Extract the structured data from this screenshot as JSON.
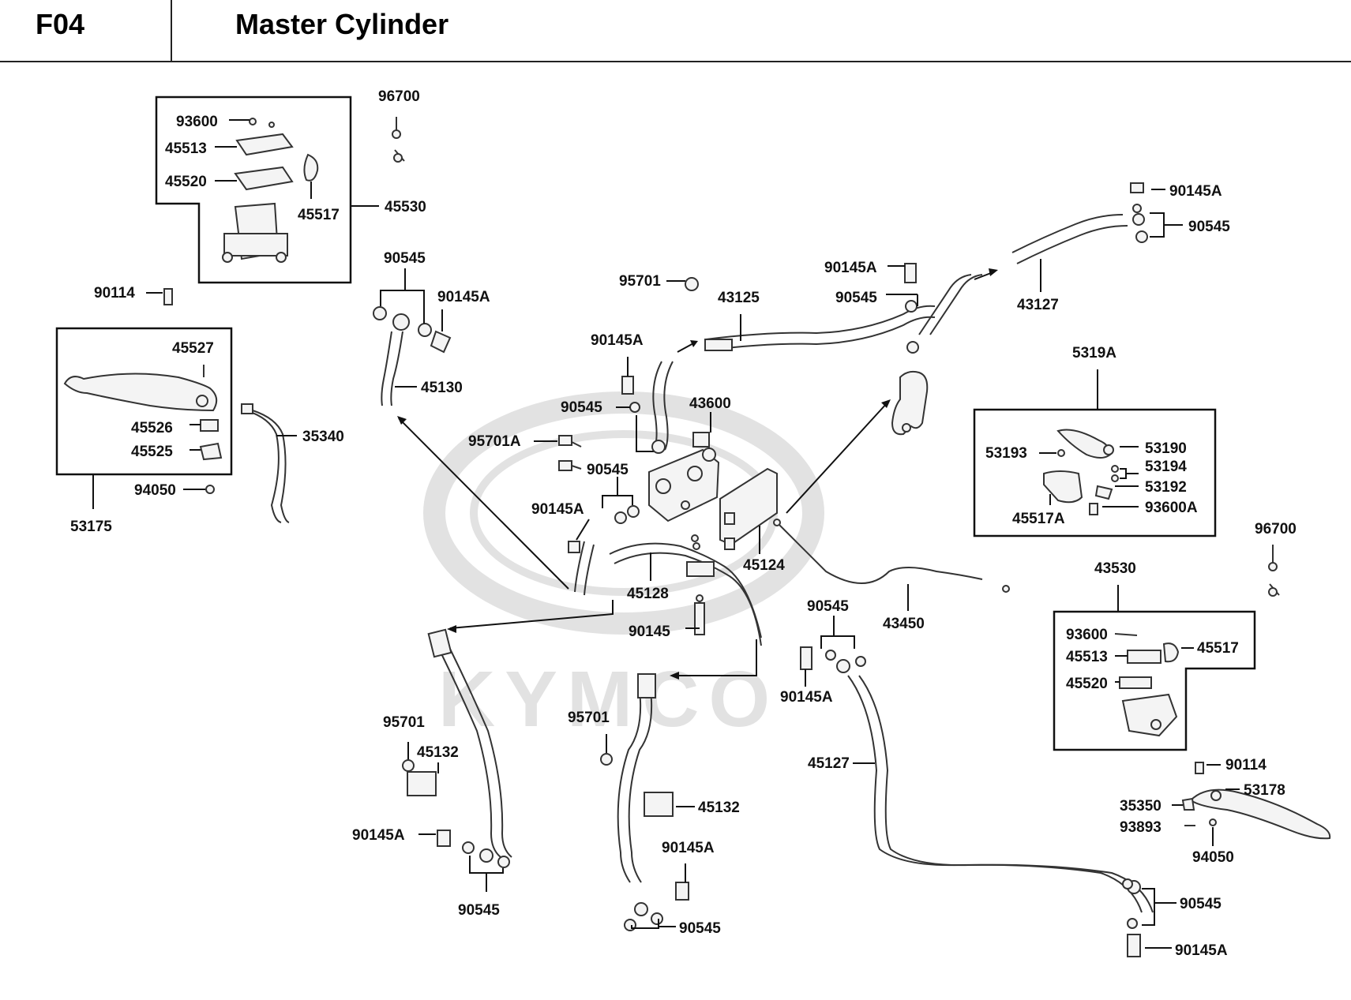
{
  "header": {
    "code": "F04",
    "title": "Master Cylinder"
  },
  "watermark": {
    "text": "KYMCO"
  },
  "colors": {
    "ink": "#111111",
    "watermark": "#e2e2e2"
  },
  "labels": {
    "l_93600": "93600",
    "l_45513": "45513",
    "l_45520": "45520",
    "l_45517_a": "45517",
    "l_45530": "45530",
    "l_96700_a": "96700",
    "l_90114_a": "90114",
    "l_45527": "45527",
    "l_45526": "45526",
    "l_45525": "45525",
    "l_94050_a": "94050",
    "l_53175": "53175",
    "l_35340": "35340",
    "l_90545_a": "90545",
    "l_90145A_a": "90145A",
    "l_45130": "45130",
    "l_95701_a": "95701",
    "l_43125": "43125",
    "l_90145A_b": "90145A",
    "l_90545_b": "90545",
    "l_43600": "43600",
    "l_95701A": "95701A",
    "l_90545_c": "90545",
    "l_90145A_c": "90145A",
    "l_45124": "45124",
    "l_45128": "45128",
    "l_90145": "90145",
    "l_43450": "43450",
    "l_90145A_d": "90145A",
    "l_90545_d": "90545",
    "l_90145A_e": "90145A",
    "l_90545_e": "90545",
    "l_43127": "43127",
    "l_5319A": "5319A",
    "l_53193": "53193",
    "l_53190": "53190",
    "l_53194": "53194",
    "l_53192": "53192",
    "l_45517A": "45517A",
    "l_93600A": "93600A",
    "l_96700_b": "96700",
    "l_43530": "43530",
    "l_93600_b": "93600",
    "l_45517_b": "45517",
    "l_45513_b": "45513",
    "l_45520_b": "45520",
    "l_90545_f": "90545",
    "l_90145A_f": "90145A",
    "l_45127": "45127",
    "l_90114_b": "90114",
    "l_53178": "53178",
    "l_35350": "35350",
    "l_93893": "93893",
    "l_94050_b": "94050",
    "l_95701_b": "95701",
    "l_45132_a": "45132",
    "l_90145A_g": "90145A",
    "l_90545_g": "90545",
    "l_95701_c": "95701",
    "l_45132_b": "45132",
    "l_90145A_h": "90145A",
    "l_90545_h": "90545",
    "l_90545_i": "90545",
    "l_90145A_i": "90145A"
  }
}
